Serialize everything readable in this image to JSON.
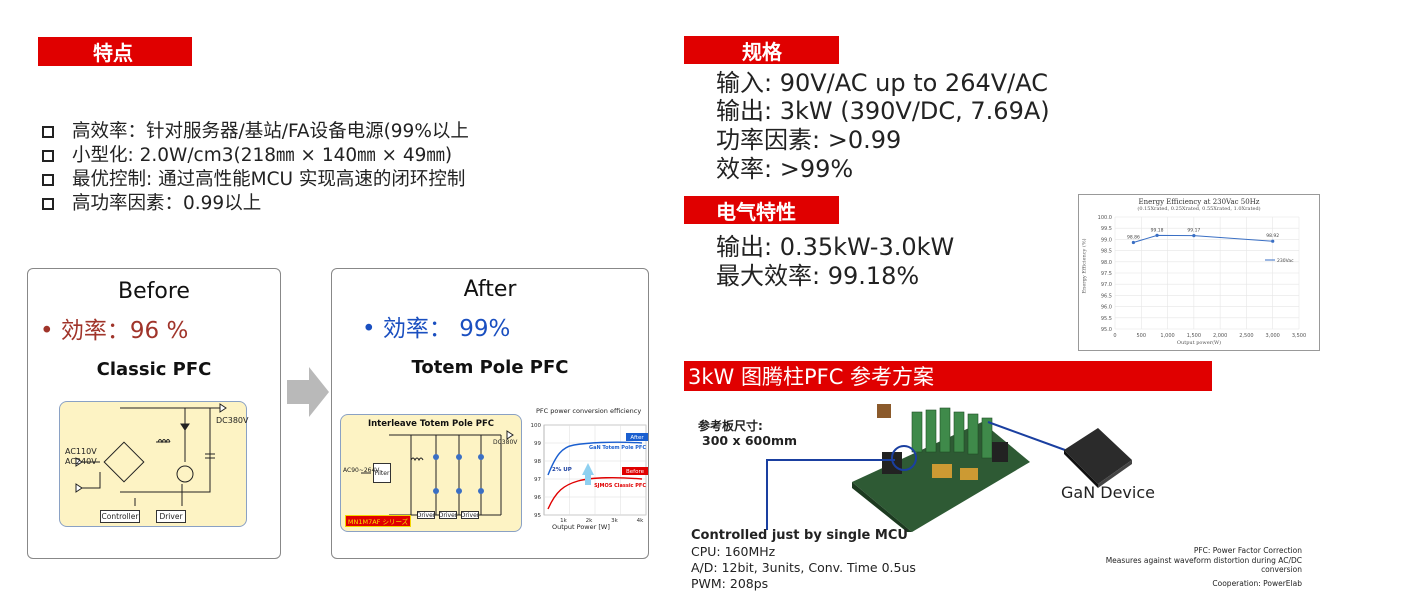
{
  "features": {
    "header": "特点",
    "items": [
      "高效率：针对服务器/基站/FA设备电源(99%以上",
      "小型化: 2.0W/cm3(218㎜ × 140㎜ × 49㎜)",
      "最优控制: 通过高性能MCU 实现高速的闭环控制",
      "高功率因素：0.99以上"
    ]
  },
  "before": {
    "title": "Before",
    "efficiency": "• 効率：96 %",
    "pfc": "Classic PFC",
    "labels": {
      "dc": "DC380V",
      "ac1": "AC110V",
      "ac2": "AC240V",
      "controller": "Controller",
      "driver": "Driver"
    }
  },
  "after": {
    "title": "After",
    "efficiency": "• 効率： 99%",
    "pfc": "Totem Pole PFC",
    "circuit_title": "Interleave Totem Pole PFC",
    "labels": {
      "dc": "DC380V",
      "ac": "AC90~264V",
      "filter": "Filter",
      "driver": "Driver",
      "mcu": "MN1M7AF シリーズ"
    },
    "mini_chart": {
      "title": "PFC power conversion efficiency",
      "xlabel": "Output Power [W]",
      "yticks": [
        "100",
        "99",
        "98",
        "97",
        "96",
        "95"
      ],
      "xticks": [
        "1k",
        "2k",
        "3k",
        "4k"
      ],
      "after_tag": "After",
      "before_tag": "Before",
      "gan_label": "GaN Totem Pole PFC",
      "sj_label": "SJMOS Classic PFC",
      "gain_label": "2% UP",
      "colors": {
        "after": "#1a5fd0",
        "before": "#e00000"
      }
    }
  },
  "specs": {
    "header": "规格",
    "lines": [
      "输入: 90V/AC up to 264V/AC",
      "输出: 3kW (390V/DC, 7.69A)",
      "功率因素: >0.99",
      "效率: >99%"
    ]
  },
  "electrical": {
    "header": "电气特性",
    "lines": [
      "输出: 0.35kW-3.0kW",
      "最大效率: 99.18%"
    ]
  },
  "chart_data": {
    "type": "line",
    "title": "Energy Efficiency at 230Vac 50Hz",
    "subtitle": "(0.15Xrated, 0.25Xrated, 0.55Xrated, 1.0Xrated)",
    "xlabel": "Output power(W)",
    "ylabel": "Energy Efficiency (%)",
    "x": [
      350,
      800,
      1500,
      3000
    ],
    "series": [
      {
        "name": "230Vac",
        "values": [
          98.86,
          99.18,
          99.17,
          98.92
        ]
      }
    ],
    "point_labels": [
      "98.86",
      "99.18",
      "99.17",
      "98.92"
    ],
    "xlim": [
      0,
      3500
    ],
    "ylim": [
      95.0,
      100.0
    ],
    "xticks": [
      "0",
      "500",
      "1,000",
      "1,500",
      "2,000",
      "2,500",
      "3,000",
      "3,500"
    ],
    "yticks": [
      "100.0",
      "99.5",
      "99.0",
      "98.5",
      "98.0",
      "97.5",
      "97.0",
      "96.5",
      "96.0",
      "95.5",
      "95.0"
    ],
    "grid": true,
    "legend": "right",
    "color": "#3a6fc4"
  },
  "reference": {
    "header": "3kW 图腾柱PFC 参考方案",
    "board_size_label": "参考板尺寸:",
    "board_size": "300 x 600mm",
    "gan_device": "GaN Device",
    "mcu_title": "Controlled just by single MCU",
    "mcu_lines": [
      "CPU: 160MHz",
      "A/D: 12bit, 3units, Conv. Time 0.5us",
      "PWM: 208ps"
    ],
    "notes": [
      "PFC: Power Factor Correction",
      "Measures against waveform distortion during AC/DC",
      "conversion",
      "Cooperation: PowerElab"
    ]
  }
}
